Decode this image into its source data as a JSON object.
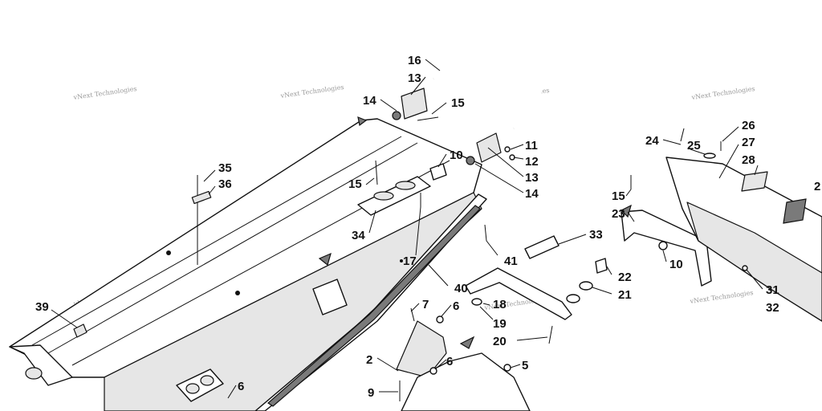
{
  "watermark": "vNext Technologies",
  "callouts": {
    "c16": "16",
    "c13a": "13",
    "c14a": "14",
    "c15a": "15",
    "c10a": "10",
    "c11": "11",
    "c12": "12",
    "c13b": "13",
    "c14b": "14",
    "c15b": "15",
    "c35": "35",
    "c36": "36",
    "c34": "34",
    "c17": "17",
    "c41": "41",
    "c33": "33",
    "c40": "40",
    "c18": "18",
    "c19": "19",
    "c20": "20",
    "c7": "7",
    "c6a": "6",
    "c6b": "6",
    "c6c": "6",
    "c2": "2",
    "c5": "5",
    "c9": "9",
    "c39": "39",
    "c24": "24",
    "c25": "25",
    "c26": "26",
    "c27": "27",
    "c28": "28",
    "c29": "2",
    "c15c": "15",
    "c23": "23",
    "c10b": "10",
    "c22": "22",
    "c21": "21",
    "c31": "31",
    "c32": "32"
  },
  "colors": {
    "ink": "#111111",
    "shade": "#e6e6e6",
    "watermark": "#9a9a9a"
  }
}
